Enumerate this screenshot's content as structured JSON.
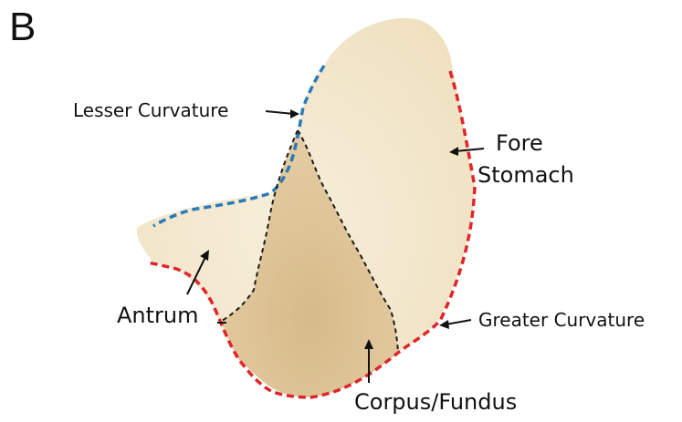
{
  "panel_label": "B",
  "labels": {
    "lesser_curvature": "Lesser Curvature",
    "fore_stomach_line1": "Fore",
    "fore_stomach_line2": "Stomach",
    "greater_curvature": "Greater Curvature",
    "antrum": "Antrum",
    "corpus_fundus": "Corpus/Fundus"
  },
  "colors": {
    "tissue_light": "#f3e8cf",
    "tissue_dark": "#dcc197",
    "lesser_curvature_line": "#2a7ab9",
    "greater_curvature_line": "#e0262a",
    "region_border_line": "#1a1a1a"
  }
}
